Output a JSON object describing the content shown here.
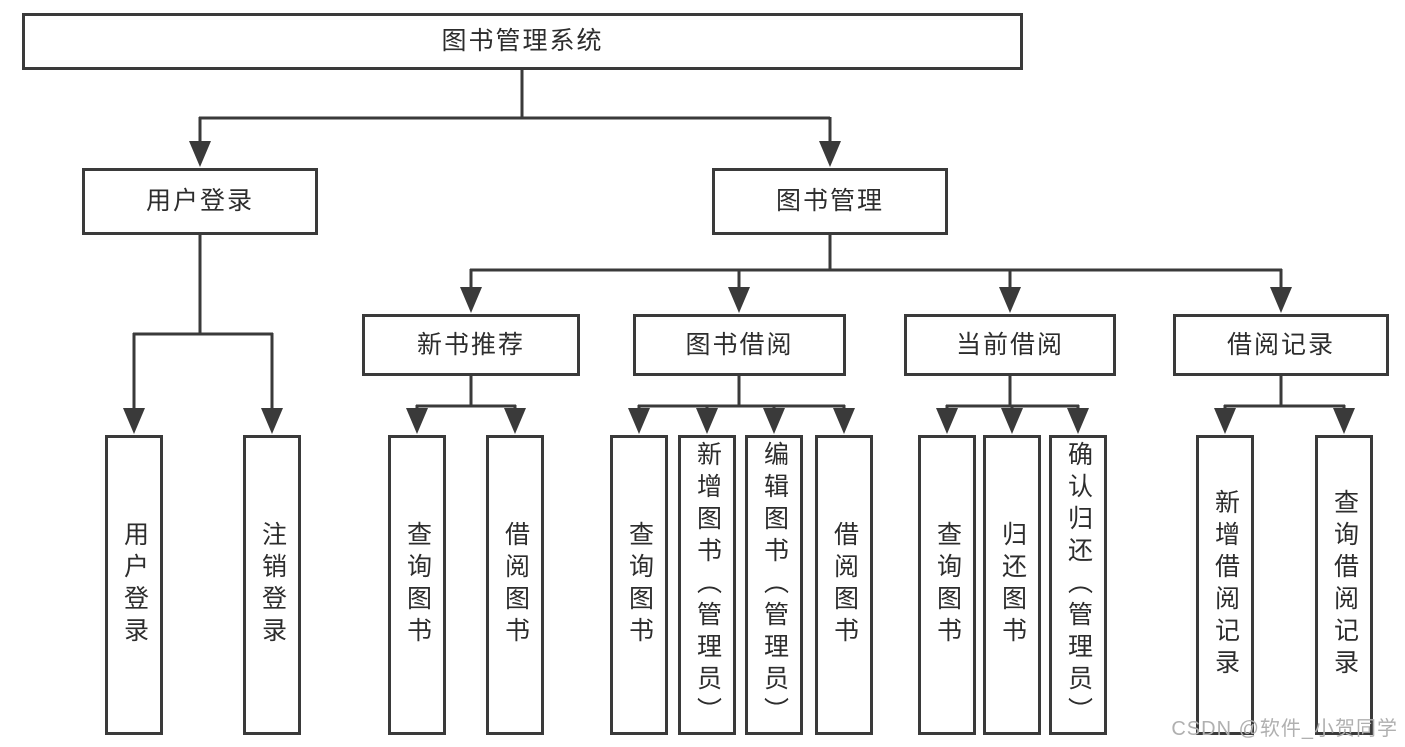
{
  "diagram": {
    "type": "tree",
    "root": {
      "label": "图书管理系统",
      "children": [
        {
          "label": "用户登录",
          "children": [
            {
              "label": "用户登录"
            },
            {
              "label": "注销登录"
            }
          ]
        },
        {
          "label": "图书管理",
          "children": [
            {
              "label": "新书推荐",
              "children": [
                {
                  "label": "查询图书"
                },
                {
                  "label": "借阅图书"
                }
              ]
            },
            {
              "label": "图书借阅",
              "children": [
                {
                  "label": "查询图书"
                },
                {
                  "label": "新增图书（管理员）"
                },
                {
                  "label": "编辑图书（管理员）"
                },
                {
                  "label": "借阅图书"
                }
              ]
            },
            {
              "label": "当前借阅",
              "children": [
                {
                  "label": "查询图书"
                },
                {
                  "label": "归还图书"
                },
                {
                  "label": "确认归还（管理员）"
                }
              ]
            },
            {
              "label": "借阅记录",
              "children": [
                {
                  "label": "新增借阅记录"
                },
                {
                  "label": "查询借阅记录"
                }
              ]
            }
          ]
        }
      ]
    }
  },
  "watermark": {
    "text": "CSDN @软件_小贺同学",
    "color": "#b0b0b0"
  },
  "colors": {
    "line": "#3a3a3a",
    "border": "#3a3a3a",
    "text": "#2d2d2d",
    "background": "#ffffff"
  }
}
